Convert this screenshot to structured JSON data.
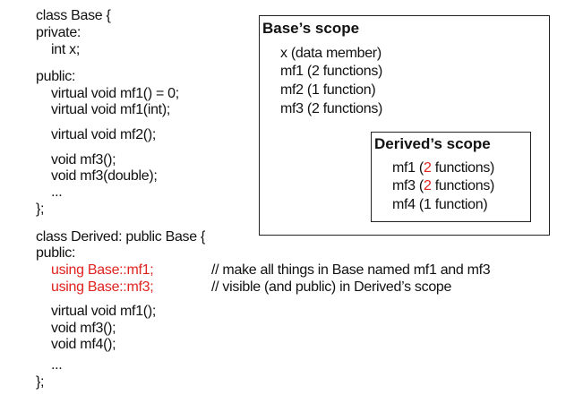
{
  "code": {
    "base": [
      "class Base {",
      "private:",
      "int x;",
      "public:",
      "virtual void mf1() = 0;",
      "virtual void mf1(int);",
      "virtual void mf2();",
      "void mf3();",
      "void mf3(double);",
      "...",
      "};"
    ],
    "derived": [
      "class Derived: public Base {",
      "public:",
      "using Base::mf1;",
      "using Base::mf3;",
      "virtual void mf1();",
      "void mf3();",
      "void mf4();",
      "...",
      "};"
    ],
    "comments": [
      "// make all things in Base named mf1 and mf3",
      "// visible (and public) in Derived’s scope"
    ]
  },
  "base_scope": {
    "title": "Base’s scope",
    "items": [
      "x (data member)",
      "mf1 (2 functions)",
      "mf2 (1 function)",
      "mf3 (2 functions)"
    ]
  },
  "derived_scope": {
    "title": "Derived’s scope",
    "items": [
      {
        "name": "mf1 (",
        "count": "2",
        "rest": " functions)"
      },
      {
        "name": "mf3 (",
        "count": "2",
        "rest": " functions)"
      },
      {
        "name": "mf4 (1 function)",
        "count": "",
        "rest": ""
      }
    ]
  },
  "colors": {
    "highlight": "#e0231f",
    "text": "#111111"
  }
}
